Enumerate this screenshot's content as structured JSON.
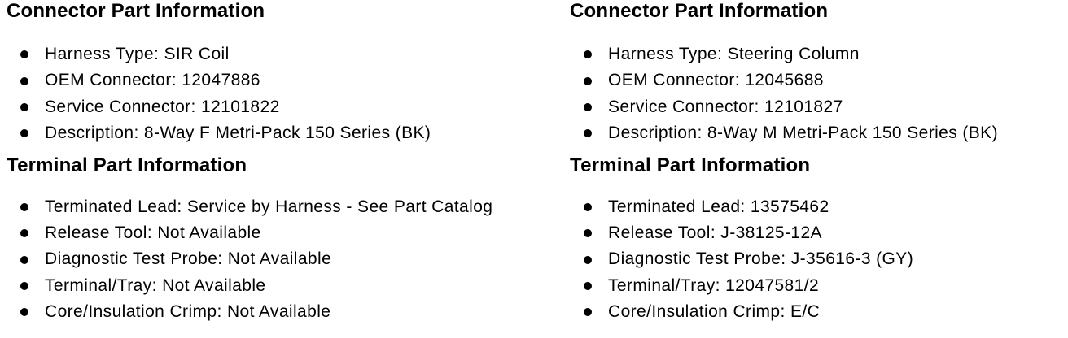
{
  "colors": {
    "background": "#ffffff",
    "text": "#000000"
  },
  "columns": [
    {
      "sections": [
        {
          "heading": "Connector Part Information",
          "items": [
            "Harness Type: SIR Coil",
            "OEM Connector: 12047886",
            "Service Connector: 12101822",
            "Description: 8-Way F Metri-Pack 150 Series (BK)"
          ]
        },
        {
          "heading": "Terminal Part Information",
          "items": [
            "Terminated Lead: Service by Harness - See Part Catalog",
            "Release Tool: Not Available",
            "Diagnostic Test Probe: Not Available",
            "Terminal/Tray: Not Available",
            "Core/Insulation Crimp: Not Available"
          ]
        }
      ]
    },
    {
      "sections": [
        {
          "heading": "Connector Part Information",
          "items": [
            "Harness Type: Steering Column",
            "OEM Connector: 12045688",
            "Service Connector: 12101827",
            "Description: 8-Way M Metri-Pack 150 Series (BK)"
          ]
        },
        {
          "heading": "Terminal Part Information",
          "items": [
            "Terminated Lead: 13575462",
            "Release Tool: J-38125-12A",
            "Diagnostic Test Probe: J-35616-3 (GY)",
            "Terminal/Tray: 12047581/2",
            "Core/Insulation Crimp: E/C"
          ]
        }
      ]
    }
  ]
}
